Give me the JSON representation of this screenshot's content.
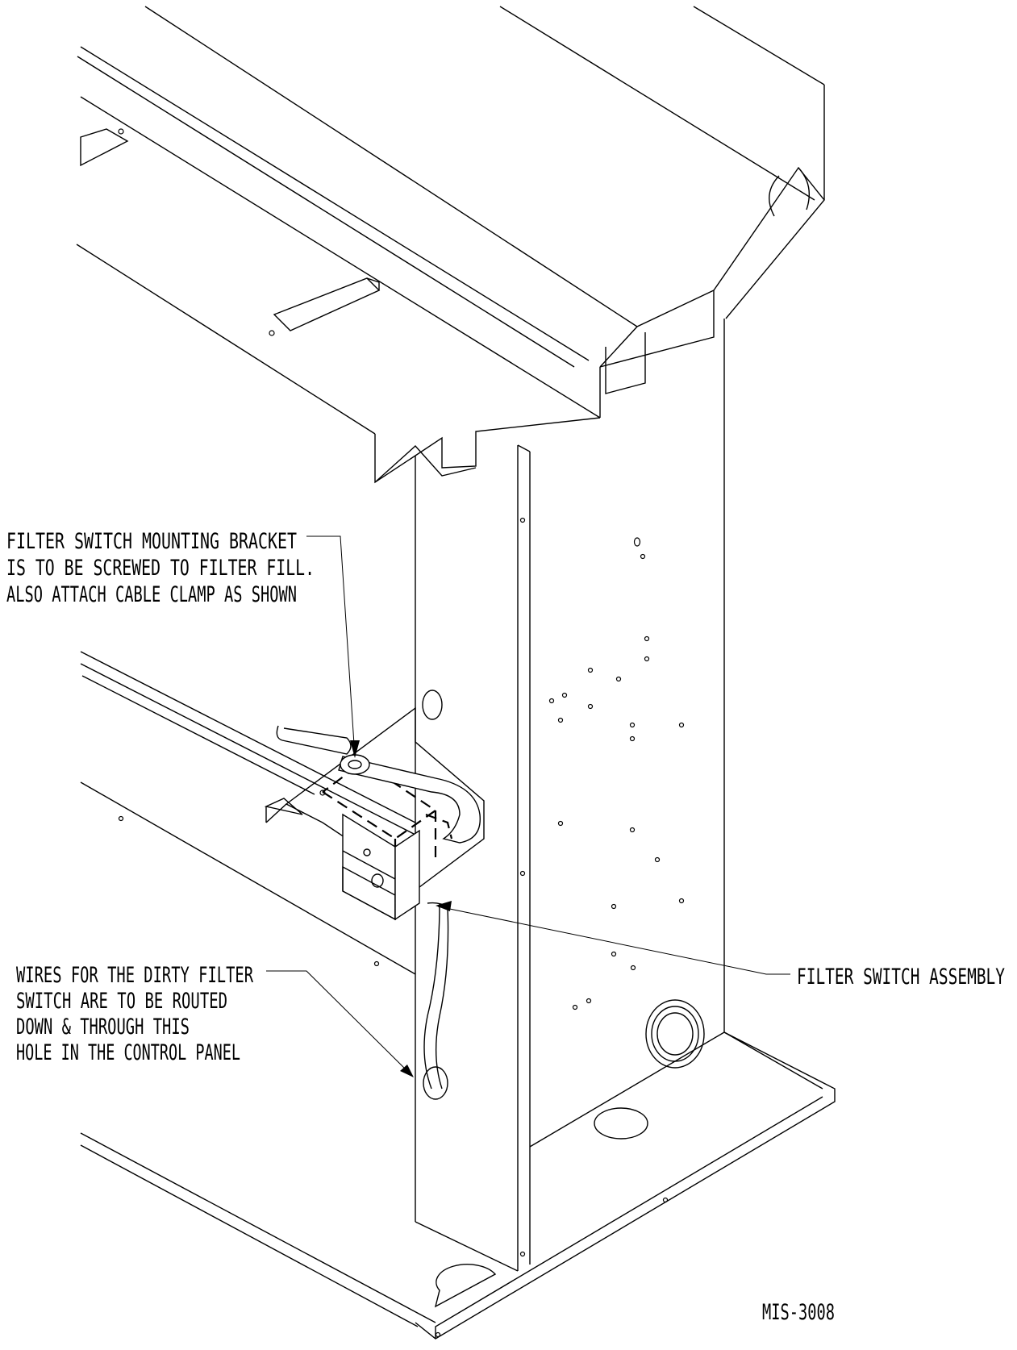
{
  "figure": {
    "drawing_number": "MIS-3008",
    "callouts": [
      {
        "id": "bracket",
        "lines": [
          "FILTER SWITCH MOUNTING BRACKET",
          "IS TO BE SCREWED TO FILTER FILL.",
          "ALSO ATTACH CABLE CLAMP AS SHOWN"
        ]
      },
      {
        "id": "wires",
        "lines": [
          "WIRES FOR THE DIRTY FILTER",
          "SWITCH ARE TO BE ROUTED",
          "DOWN & THROUGH THIS",
          "HOLE IN THE CONTROL PANEL"
        ]
      },
      {
        "id": "assembly",
        "lines": [
          "FILTER SWITCH ASSEMBLY"
        ]
      }
    ]
  }
}
